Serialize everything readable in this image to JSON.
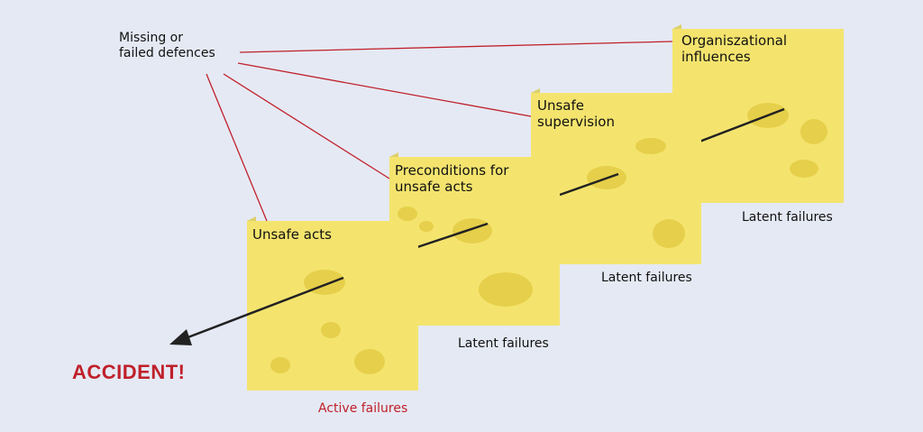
{
  "missing_defences": "Missing or\nfailed defences",
  "slices": [
    {
      "id": "organizational",
      "label": "Organiszational\ninfluences"
    },
    {
      "id": "supervision",
      "label": "Unsafe\nsupervision"
    },
    {
      "id": "preconditions",
      "label": "Preconditions for\nunsafe acts"
    },
    {
      "id": "unsafe-acts",
      "label": "Unsafe acts"
    }
  ],
  "latent_labels": [
    "Latent failures",
    "Latent failures",
    "Latent failures"
  ],
  "active_label": "Active failures",
  "accident_label": "ACCIDENT!",
  "colors": {
    "background": "#e5e9f4",
    "slice_face": "#f4e46e",
    "slice_side": "#ddd06a",
    "hole": "#e6cf4a",
    "accent_red": "#c0202a",
    "arrow": "#222222"
  }
}
